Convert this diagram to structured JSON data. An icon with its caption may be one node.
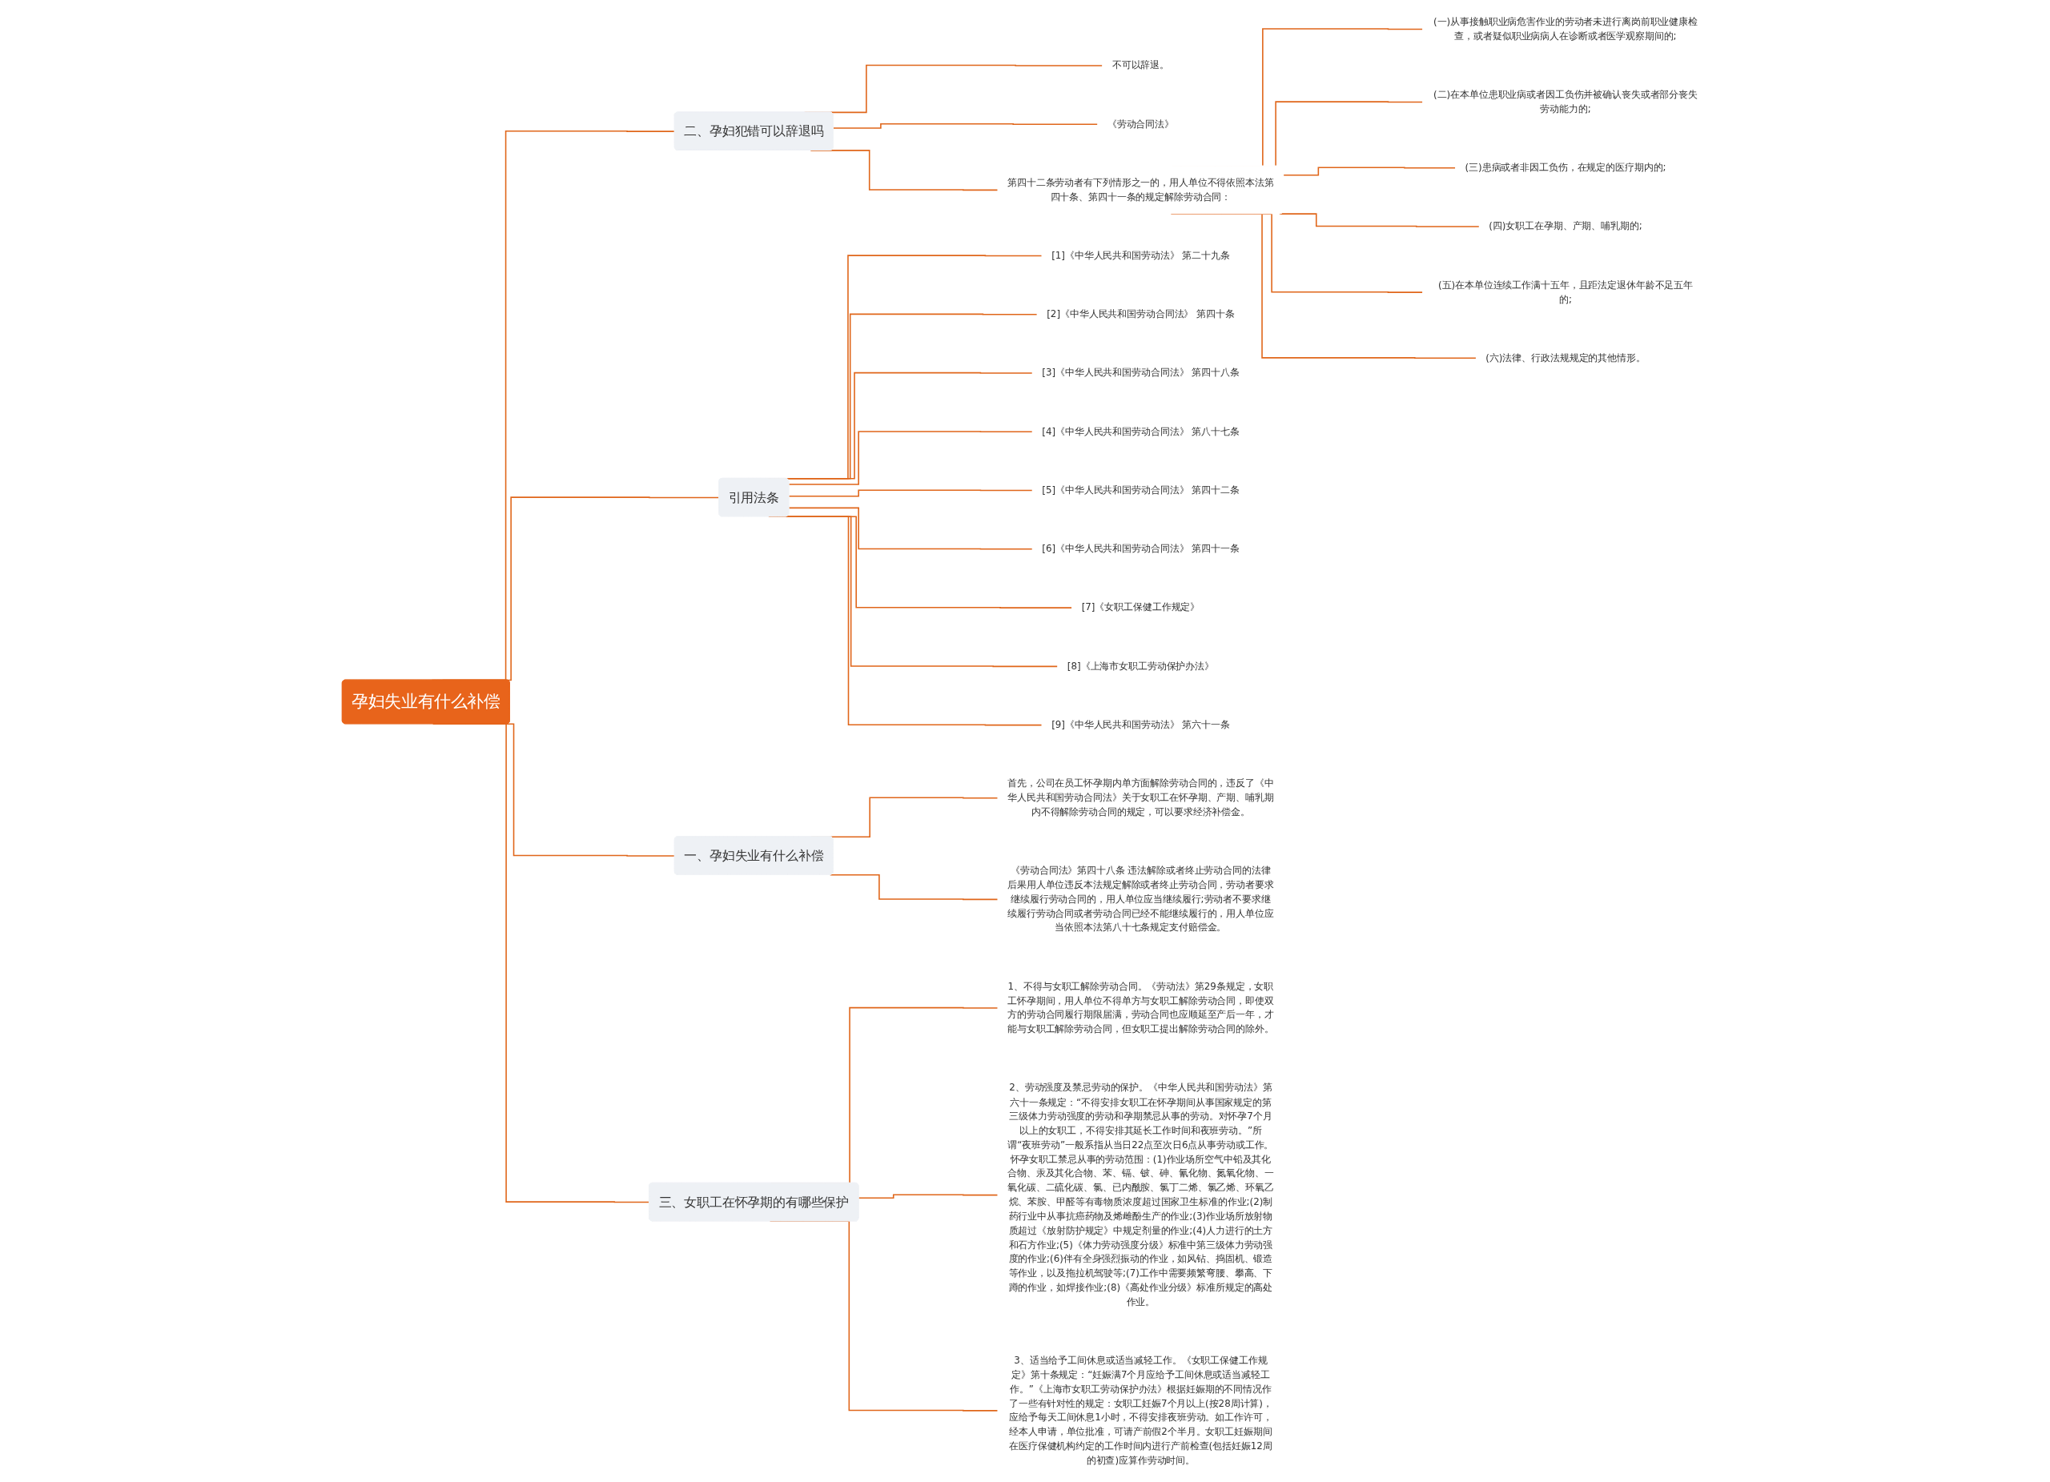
{
  "diagram": {
    "nodes": [
      {
        "text": [
          "孕妇失业有什么补偿"
        ]
      },
      {
        "text": [
          "二、孕妇犯错可以辞退吗"
        ]
      },
      {
        "text": [
          "不可以辞退。"
        ]
      },
      {
        "text": [
          "《劳动合同法》"
        ]
      },
      {
        "text": [
          "第四十二条劳动者有下列情形之一的，用人单位不得依照本法第四十条、第四十一条的规定解除劳动合同："
        ]
      },
      {
        "text": [
          "(一)从事接触职业病危害作业的劳动者未进行离岗前职业健康检查，或者疑似职业病病人在诊断或者医学观察期间的;"
        ]
      },
      {
        "text": [
          "(二)在本单位患职业病或者因工负伤并被确认丧失或者部分丧失劳动能力的;"
        ]
      },
      {
        "text": [
          "(三)患病或者非因工负伤，在规定的医疗期内的;"
        ]
      },
      {
        "text": [
          "(四)女职工在孕期、产期、哺乳期的;"
        ]
      },
      {
        "text": [
          "(五)在本单位连续工作满十五年，且距法定退休年龄不足五年的;"
        ]
      },
      {
        "text": [
          "(六)法律、行政法规规定的其他情形。"
        ]
      },
      {
        "text": [
          "引用法条"
        ]
      },
      {
        "text": [
          "[1]《中华人民共和国劳动法》 第二十九条"
        ]
      },
      {
        "text": [
          "[2]《中华人民共和国劳动合同法》 第四十条"
        ]
      },
      {
        "text": [
          "[3]《中华人民共和国劳动合同法》 第四十八条"
        ]
      },
      {
        "text": [
          "[4]《中华人民共和国劳动合同法》 第八十七条"
        ]
      },
      {
        "text": [
          "[5]《中华人民共和国劳动合同法》 第四十二条"
        ]
      },
      {
        "text": [
          "[6]《中华人民共和国劳动合同法》 第四十一条"
        ]
      },
      {
        "text": [
          "[7]《女职工保健工作规定》"
        ]
      },
      {
        "text": [
          "[8]《上海市女职工劳动保护办法》"
        ]
      },
      {
        "text": [
          "[9]《中华人民共和国劳动法》 第六十一条"
        ]
      },
      {
        "text": [
          "一、孕妇失业有什么补偿"
        ]
      },
      {
        "text": [
          "首先，公司在员工怀孕期内单方面解除劳动合同的，违反了《中华人民共和国劳动合同法》关于女职工在怀孕期、产期、哺乳期内不得解除劳动合同的规定，可以要求经济补偿金。"
        ]
      },
      {
        "text": [
          "《劳动合同法》第四十八条 违法解除或者终止劳动合同的法律后果用人单位违反本法规定解除或者终止劳动合同，劳动者要求继续履行劳动合同的，用人单位应当继续履行;劳动者不要求继续履行劳动合同或者劳动合同已经不能继续履行的，用人单位应当依照本法第八十七条规定支付赔偿金。"
        ]
      },
      {
        "text": [
          "三、女职工在怀孕期的有哪些保护"
        ]
      },
      {
        "text": [
          "1、不得与女职工解除劳动合同。《劳动法》第29条规定，女职工怀孕期间，用人单位不得单方与女职工解除劳动合同，即使双方的劳动合同履行期限届满，劳动合同也应顺延至产后一年，才能与女职工解除劳动合同，但女职工提出解除劳动合同的除外。"
        ]
      },
      {
        "text": [
          "2、劳动强度及禁忌劳动的保护。《中华人民共和国劳动法》第六十一条规定：“不得安排女职工在怀孕期间从事国家规定的第三级体力劳动强度的劳动和孕期禁忌从事的劳动。对怀孕7个月以上的女职工，不得安排其延长工作时间和夜班劳动。”所谓“夜班劳动”一般系指从当日22点至次日6点从事劳动或工作。怀孕女职工禁忌从事的劳动范围：(1)作业场所空气中铅及其化合物、汞及其化合物、苯、镉、铍、砷、氰化物、氮氧化物、一氧化碳、二硫化碳、氯、已内酰胺、氯丁二烯、氯乙烯、环氧乙烷、苯胺、甲醛等有毒物质浓度超过国家卫生标准的作业;(2)制药行业中从事抗癌药物及烯雌酚生产的作业;(3)作业场所放射物质超过《放射防护规定》中规定剂量的作业;(4)人力进行的土方和石方作业;(5)《体力劳动强度分级》标准中第三级体力劳动强度的作业;(6)伴有全身强烈振动的作业，如风钻、捣固机、锻造等作业，以及拖拉机驾驶等;(7)工作中需要频繁弯腰、攀高、下蹲的作业，如焊接作业;(8)《高处作业分级》标准所规定的高处作业。"
        ]
      },
      {
        "text": [
          "3、适当给予工间休息或适当减轻工作。《女职工保健工作规定》第十条规定：“妊娠满7个月应给予工间休息或适当减轻工作。”《上海市女职工劳动保护办法》根据妊娠期的不同情况作了一些有针对性的规定：女职工妊娠7个月以上(按28周计算)，应给予每天工间休息1小时，不得安排夜班劳动。如工作许可，经本人申请，单位批准，可请产前假2个半月。女职工妊娠期间在医疗保健机构约定的工作时间内进行产前检查(包括妊娠12周的初查)应算作劳动时间。"
        ]
      }
    ],
    "edges": [
      {
        "from": 0,
        "to": 1,
        "arrow": "none"
      },
      {
        "from": 1,
        "to": 2,
        "arrow": "none"
      },
      {
        "from": 1,
        "to": 3,
        "arrow": "none"
      },
      {
        "from": 1,
        "to": 4,
        "arrow": "none"
      },
      {
        "from": 4,
        "to": 5,
        "arrow": "none"
      },
      {
        "from": 4,
        "to": 6,
        "arrow": "none"
      },
      {
        "from": 4,
        "to": 7,
        "arrow": "none"
      },
      {
        "from": 4,
        "to": 8,
        "arrow": "none"
      },
      {
        "from": 4,
        "to": 9,
        "arrow": "none"
      },
      {
        "from": 4,
        "to": 10,
        "arrow": "none"
      },
      {
        "from": 0,
        "to": 11,
        "arrow": "none"
      },
      {
        "from": 11,
        "to": 12,
        "arrow": "none"
      },
      {
        "from": 11,
        "to": 13,
        "arrow": "none"
      },
      {
        "from": 11,
        "to": 14,
        "arrow": "none"
      },
      {
        "from": 11,
        "to": 15,
        "arrow": "none"
      },
      {
        "from": 11,
        "to": 16,
        "arrow": "none"
      },
      {
        "from": 11,
        "to": 17,
        "arrow": "none"
      },
      {
        "from": 11,
        "to": 18,
        "arrow": "none"
      },
      {
        "from": 11,
        "to": 19,
        "arrow": "none"
      },
      {
        "from": 11,
        "to": 20,
        "arrow": "none"
      },
      {
        "from": 0,
        "to": 21,
        "arrow": "none"
      },
      {
        "from": 21,
        "to": 22,
        "arrow": "none"
      },
      {
        "from": 21,
        "to": 23,
        "arrow": "none"
      },
      {
        "from": 0,
        "to": 24,
        "arrow": "none"
      },
      {
        "from": 24,
        "to": 25,
        "arrow": "none"
      },
      {
        "from": 24,
        "to": 26,
        "arrow": "none"
      },
      {
        "from": 24,
        "to": 27,
        "arrow": "none"
      }
    ]
  }
}
